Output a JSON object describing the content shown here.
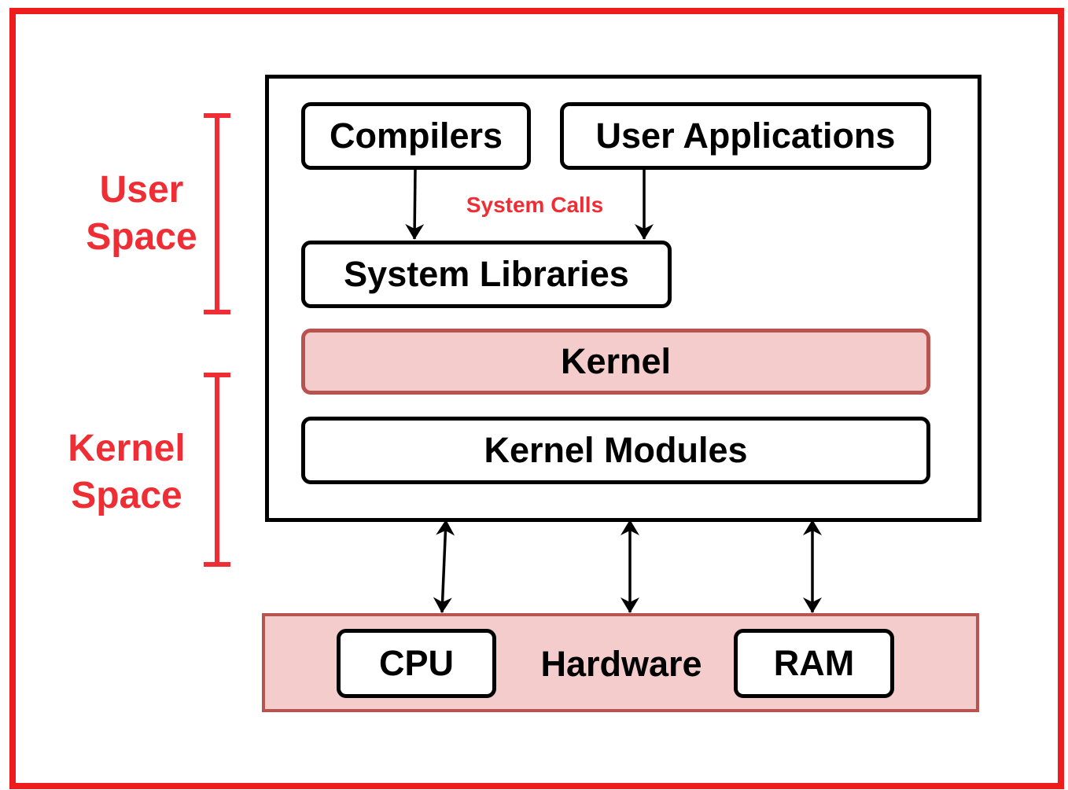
{
  "colors": {
    "frame": "#ee1c1c",
    "accent_text": "#ee2d34",
    "highlight_fill": "#f5cccc",
    "highlight_stroke": "#b85450",
    "stroke": "#000000"
  },
  "side_labels": {
    "user_space": {
      "line1": "User",
      "line2": "Space"
    },
    "kernel_space": {
      "line1": "Kernel",
      "line2": "Space"
    }
  },
  "nodes": {
    "compilers": "Compilers",
    "user_applications": "User Applications",
    "system_calls": "System Calls",
    "system_libraries": "System Libraries",
    "kernel": "Kernel",
    "kernel_modules": "Kernel Modules"
  },
  "hardware": {
    "label": "Hardware",
    "cpu": "CPU",
    "ram": "RAM"
  }
}
